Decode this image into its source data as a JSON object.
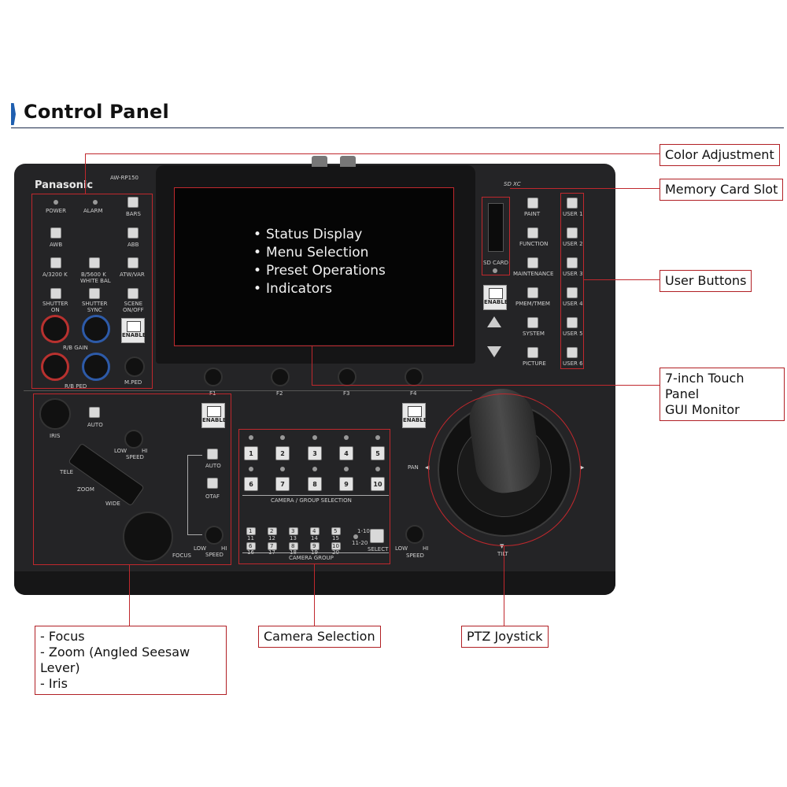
{
  "header": {
    "title": "Control Panel"
  },
  "device": {
    "brand": "Panasonic",
    "model": "AW-RP150",
    "screen_items": [
      "Status Display",
      "Menu Selection",
      "Preset Operations",
      "Indicators"
    ],
    "left_labels": {
      "power": "POWER",
      "alarm": "ALARM",
      "bars": "BARS",
      "awb": "AWB",
      "abb": "ABB",
      "wb1": "A/3200 K",
      "wb2": "B/5600 K",
      "wb3": "ATW/VAR",
      "white_bal": "WHITE BAL",
      "shutter_on": "SHUTTER\nON",
      "shutter_sync": "SHUTTER\nSYNC",
      "scene": "SCENE\nON/OFF",
      "enable": "ENABLE",
      "rb_gain": "R/B GAIN",
      "rb_ped": "R/B PED",
      "m_ped": "M.PED"
    },
    "f_buttons": [
      "F1",
      "F2",
      "F3",
      "F4"
    ],
    "lens_labels": {
      "iris": "IRIS",
      "auto": "AUTO",
      "low": "LOW",
      "hi": "HI",
      "speed": "SPEED",
      "tele": "TELE",
      "zoom": "ZOOM",
      "wide": "WIDE",
      "auto2": "AUTO",
      "otaf": "OTAF",
      "focus": "FOCUS"
    },
    "camera_buttons": [
      "1",
      "2",
      "3",
      "4",
      "5",
      "6",
      "7",
      "8",
      "9",
      "10"
    ],
    "camera_group_selection": "CAMERA / GROUP SELECTION",
    "group_top": [
      "1",
      "2",
      "3",
      "4",
      "5"
    ],
    "group_top_sub": [
      "11",
      "12",
      "13",
      "14",
      "15"
    ],
    "group_bottom": [
      "6",
      "7",
      "8",
      "9",
      "10"
    ],
    "group_bottom_sub": [
      "16",
      "17",
      "18",
      "19",
      "20"
    ],
    "group_labels": {
      "range": "1-10",
      "range2": "11-20",
      "select": "SELECT",
      "camera_group": "CAMERA GROUP"
    },
    "sd": {
      "label": "SD CARD",
      "logo": "SD XC"
    },
    "menu_buttons": [
      "PAINT",
      "FUNCTION",
      "MAINTENANCE",
      "PMEM/TMEM",
      "SYSTEM",
      "PICTURE"
    ],
    "user_buttons": [
      "USER 1",
      "USER 2",
      "USER 3",
      "USER 4",
      "USER 5",
      "USER 6"
    ],
    "ptz_labels": {
      "pan": "PAN",
      "tilt": "TILT",
      "low": "LOW",
      "hi": "HI",
      "speed": "SPEED"
    }
  },
  "callouts": {
    "color_adjustment": "Color Adjustment",
    "memory_card_slot": "Memory Card Slot",
    "user_buttons": "User Buttons",
    "touch_panel_1": "7-inch Touch Panel",
    "touch_panel_2": "GUI Monitor",
    "lens_items": [
      "- Focus",
      "- Zoom (Angled Seesaw Lever)",
      "- Iris"
    ],
    "camera_selection": "Camera Selection",
    "ptz_joystick": "PTZ Joystick"
  },
  "colors": {
    "accent": "#1f5fb0",
    "callout_border": "#b11f24",
    "panel": "#242426"
  }
}
